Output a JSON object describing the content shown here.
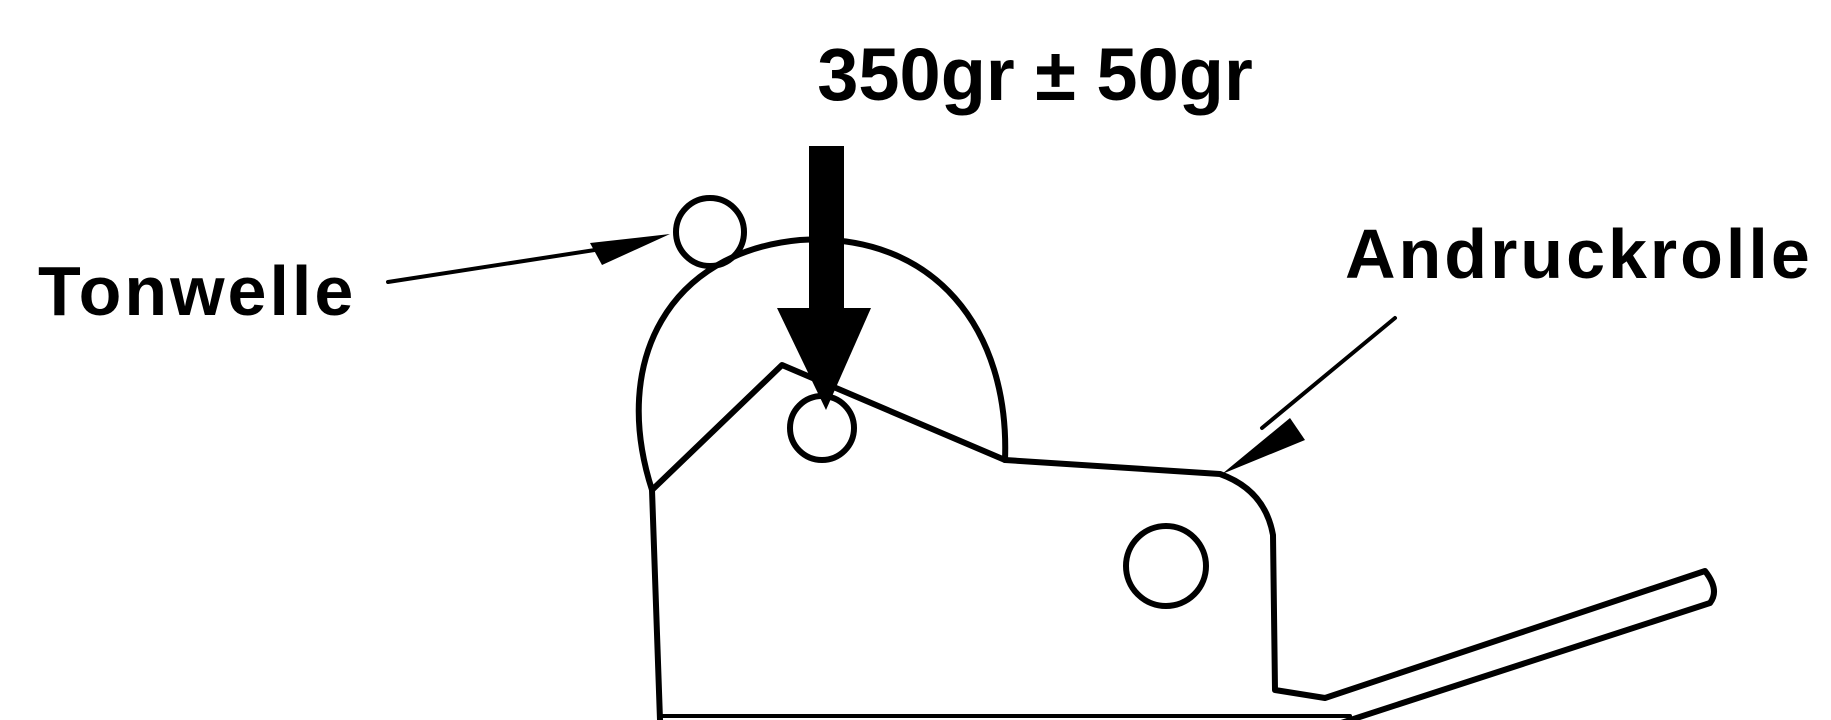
{
  "labels": {
    "force": "350gr ± 50gr",
    "capstan": "Tonwelle",
    "pinch_roller": "Andruckrolle"
  },
  "colors": {
    "line": "#000000",
    "background": "#ffffff"
  }
}
